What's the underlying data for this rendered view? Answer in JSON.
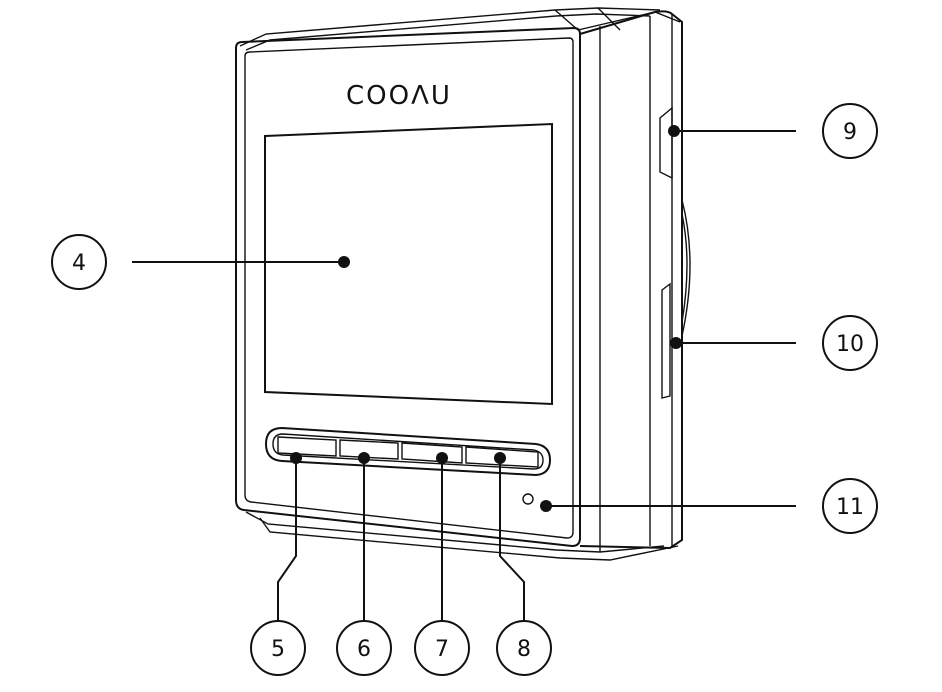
{
  "brand": "COOΛU",
  "colors": {
    "ink": "#111111",
    "background": "#ffffff"
  },
  "callouts": [
    {
      "id": "c4",
      "label": "4"
    },
    {
      "id": "c5",
      "label": "5"
    },
    {
      "id": "c6",
      "label": "6"
    },
    {
      "id": "c7",
      "label": "7"
    },
    {
      "id": "c8",
      "label": "8"
    },
    {
      "id": "c9",
      "label": "9"
    },
    {
      "id": "c10",
      "label": "10"
    },
    {
      "id": "c11",
      "label": "11"
    }
  ]
}
